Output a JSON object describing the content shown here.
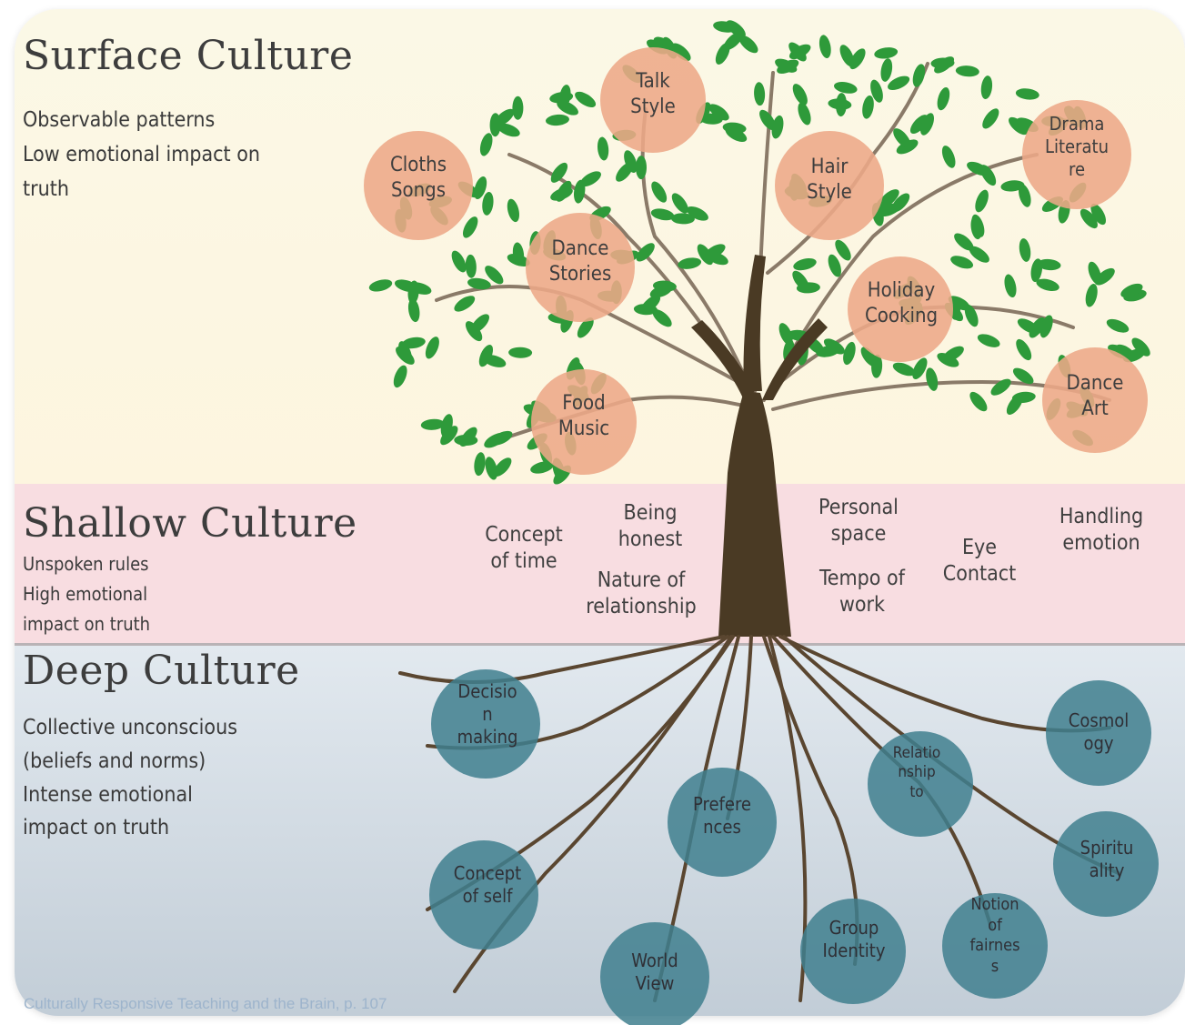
{
  "layers": {
    "surface": {
      "title": "Surface Culture",
      "description": "Observable patterns\nLow emotional impact on\ntruth"
    },
    "shallow": {
      "title": "Shallow Culture",
      "description": "Unspoken rules\nHigh emotional\nimpact on truth"
    },
    "deep": {
      "title": "Deep Culture",
      "description": "Collective unconscious\n(beliefs and norms)\nIntense emotional\nimpact on truth"
    }
  },
  "surface_items": [
    "Talk\nStyle",
    "Cloths\nSongs",
    "Hair\nStyle",
    "Drama\nLiteratu\nre",
    "Dance\nStories",
    "Holiday\nCooking",
    "Dance\nArt",
    "Food\nMusic"
  ],
  "shallow_items": [
    "Concept\nof time",
    "Being\nhonest",
    "Nature of\nrelationship",
    "Personal\nspace",
    "Tempo of\nwork",
    "Eye\nContact",
    "Handling\nemotion"
  ],
  "deep_items": [
    "Decisio\nn\nmaking",
    "Cosmol\nogy",
    "Relatio\nnship\nto",
    "Prefere\nnces",
    "Spiritu\nality",
    "Concept\nof self",
    "Notion\nof\nfairnes\ns",
    "Group\nIdentity",
    "World\nView"
  ],
  "source": "Culturally Responsive Teaching and the Brain, p. 107",
  "colors": {
    "surface_band": "#fbf8e6",
    "shallow_band": "#f8dde1",
    "deep_band": "#d3dce4",
    "surface_circle": "#eda987",
    "deep_circle": "#3f7f8e",
    "leaf": "#2e9a3a",
    "trunk": "#4a3a24"
  }
}
